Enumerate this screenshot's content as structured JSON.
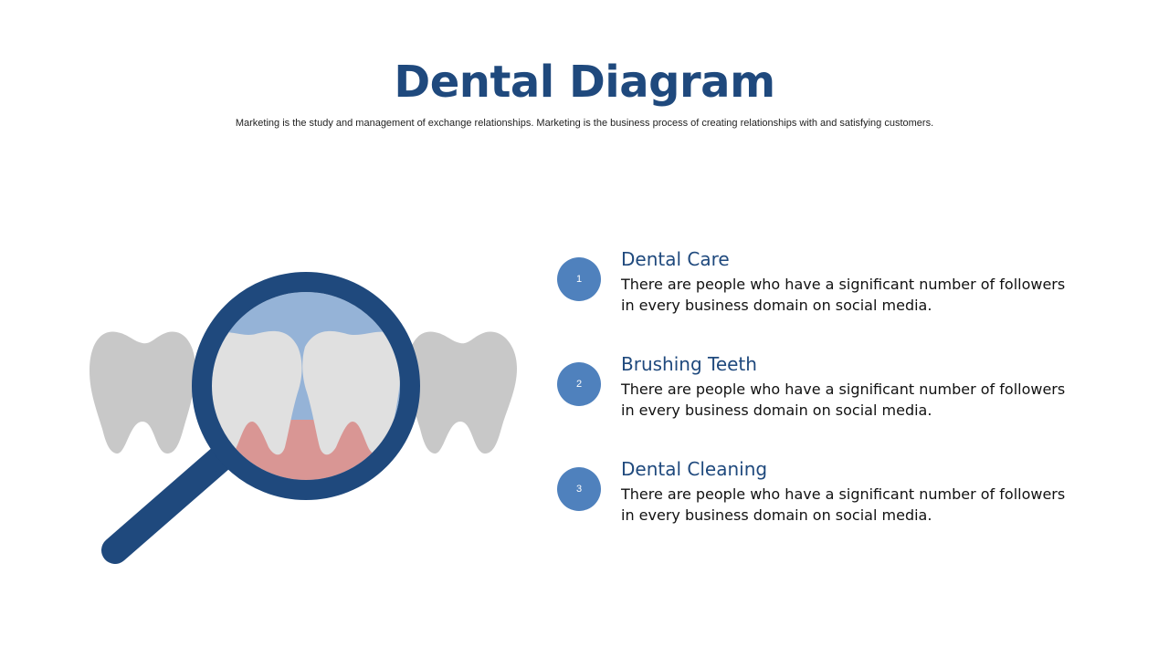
{
  "slide": {
    "title": "Dental Diagram",
    "subtitle": "Marketing is the study and management of exchange relationships. Marketing is the  business process of creating relationships with and satisfying customers."
  },
  "colors": {
    "title": "#1f497d",
    "badge": "#4f81bd",
    "magnifier": "#1f497d",
    "tooth_outer": "#c8c8c8",
    "tooth_inner": "#e0e0e0",
    "gum": "#d99694",
    "lens_background": "#95b3d7"
  },
  "illustration": {
    "icons": [
      "tooth-icon",
      "magnifying-glass-icon",
      "tooth-icon"
    ]
  },
  "steps": [
    {
      "number": "1",
      "title": "Dental Care",
      "text": "There are people who have a significant number of followers in every business domain on social media."
    },
    {
      "number": "2",
      "title": "Brushing Teeth",
      "text": "There are people who have a significant number of followers in every business domain on social media."
    },
    {
      "number": "3",
      "title": "Dental Cleaning",
      "text": "There are people who have a significant number of followers in every business domain on social media."
    }
  ]
}
